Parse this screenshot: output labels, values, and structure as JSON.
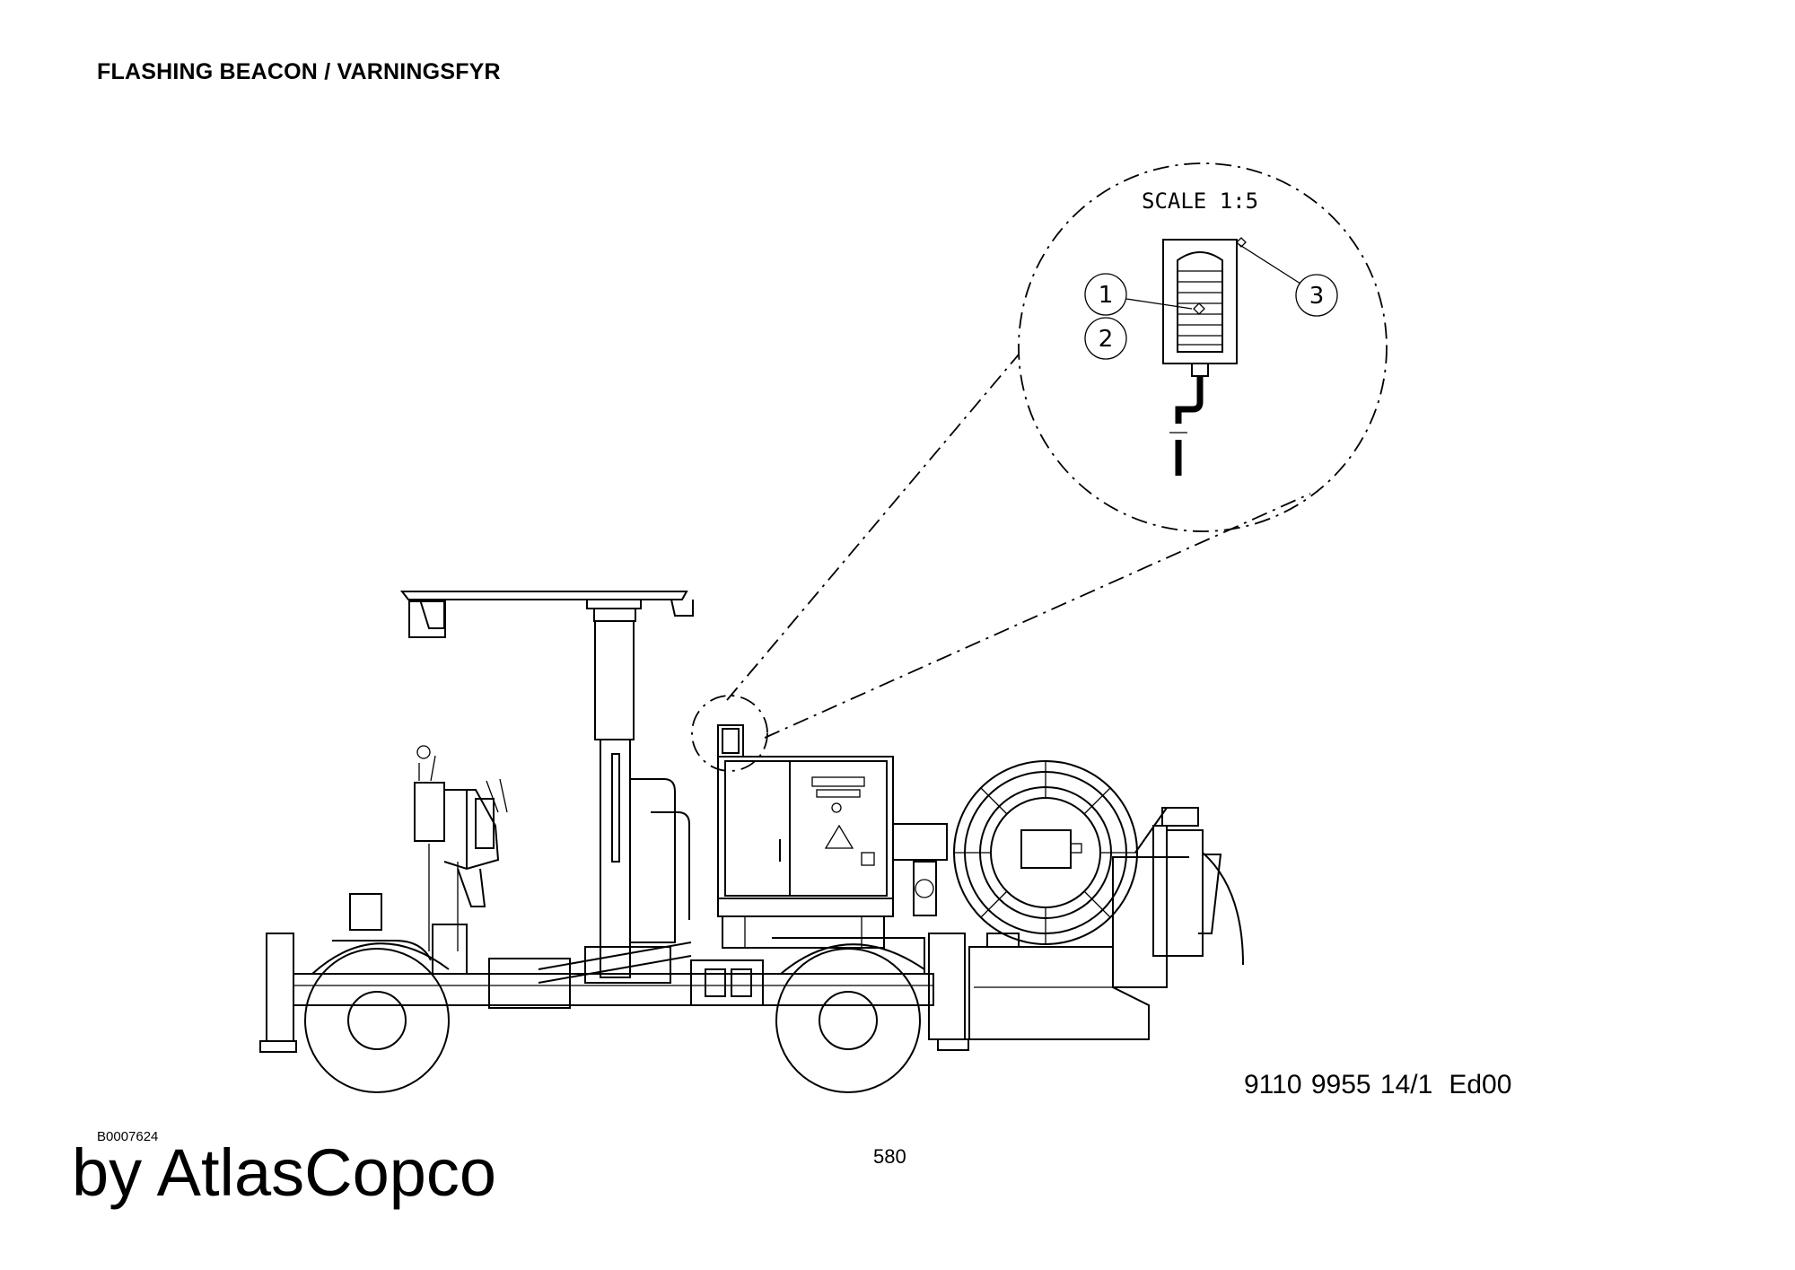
{
  "header": {
    "title": "FLASHING BEACON / VARNINGSFYR"
  },
  "detail": {
    "scale_label": "SCALE 1:5",
    "callouts": [
      "1",
      "2",
      "3"
    ]
  },
  "footer": {
    "document_number": "9110 9955 14/1",
    "edition": "Ed00",
    "image_code": "B0007624",
    "page_number": "580",
    "brand": "by AtlasCopco"
  }
}
